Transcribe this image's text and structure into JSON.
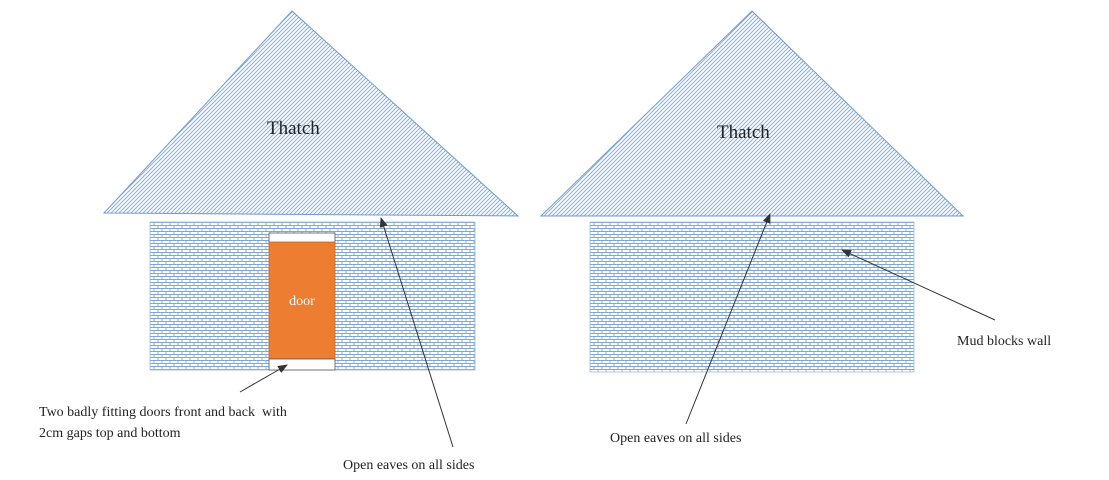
{
  "houses": [
    {
      "roof_label": "Thatch",
      "door_label": "door"
    },
    {
      "roof_label": "Thatch"
    }
  ],
  "annotations": {
    "doors": [
      "Two badly fitting doors front and back  with",
      "2cm gaps top and bottom"
    ],
    "eaves_left": "Open eaves on all sides",
    "eaves_right": "Open eaves on all sides",
    "wall": "Mud blocks wall"
  },
  "colors": {
    "hatch": "#7da7d6",
    "outline": "#6f9bd0",
    "door": "#ed7d31",
    "arrow": "#333333"
  }
}
